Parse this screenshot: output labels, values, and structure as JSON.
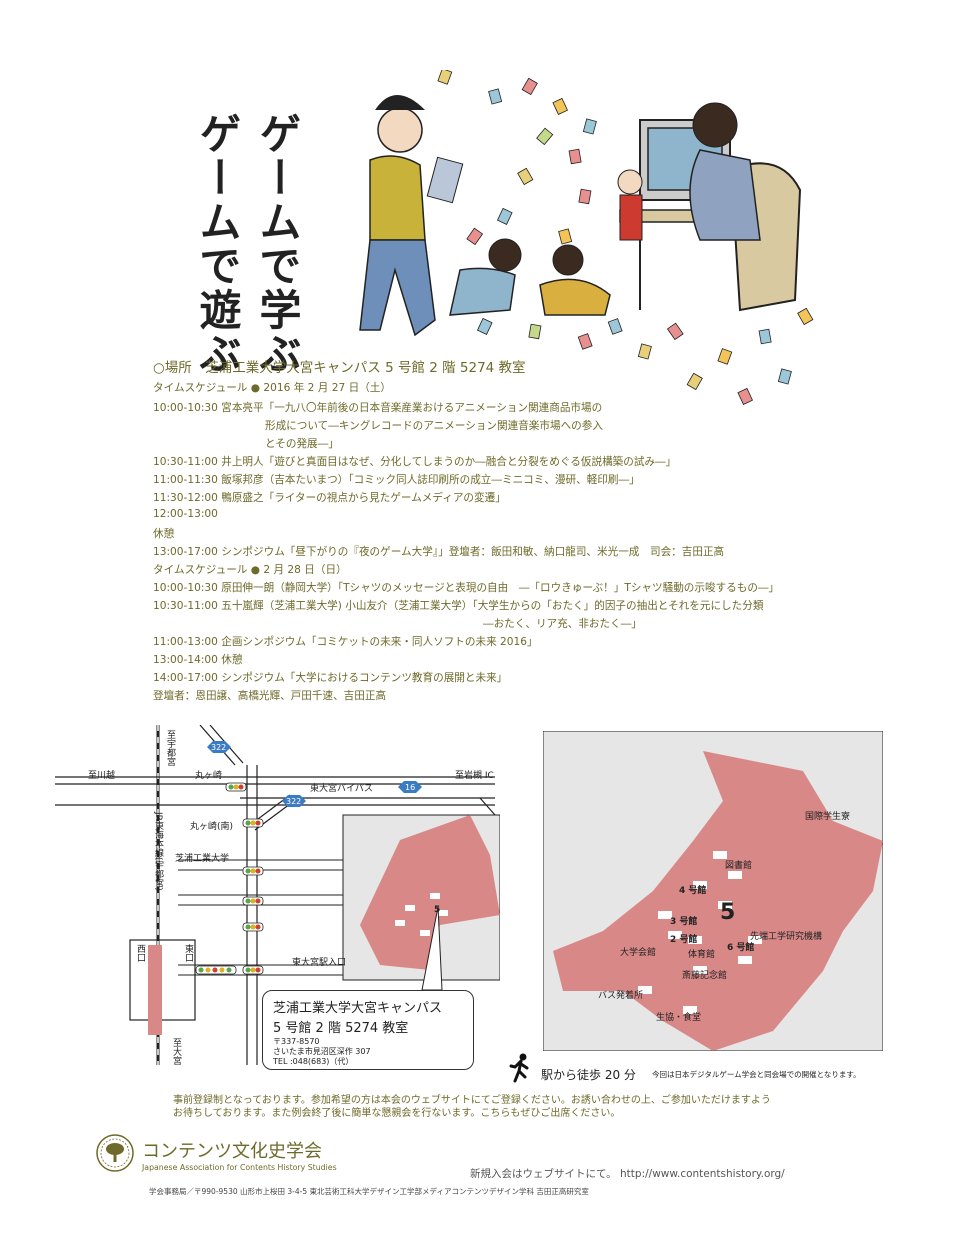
{
  "title": {
    "line1": "ゲームで学ぶ",
    "line2": "ゲームで遊ぶ"
  },
  "venue": "○場所　芝浦工業大学大宮キャンパス 5 号館 2 階 5274 教室",
  "schedule": [
    "タイムスケジュール ● 2016 年 2 月 27 日（土）",
    "10:00-10:30 宮本亮平「一九八〇年前後の日本音楽産業おけるアニメーション関連商品市場の",
    "形成について―キングレコードのアニメーション関連音楽市場への参入",
    "とその発展―」",
    "10:30-11:00 井上明人「遊びと真面目はなぜ、分化してしまうのか―融合と分裂をめぐる仮説構築の試み―」",
    "11:00-11:30 飯塚邦彦（吉本たいまつ）「コミック同人誌印刷所の成立―ミニコミ、漫研、軽印刷―」",
    "11:30-12:00 鴨原盛之「ライターの視点から見たゲームメディアの変遷」",
    "12:00-13:00",
    "休憩",
    "13:00-17:00 シンポジウム「昼下がりの『夜のゲーム大学』」登壇者：飯田和敏、納口龍司、米光一成　司会：吉田正高",
    "タイムスケジュール ● 2 月 28 日（日）",
    "10:00-10:30 原田伸一朗（静岡大学）「Tシャツのメッセージと表現の自由　―「ロウきゅーぶ！」Tシャツ騒動の示唆するもの―」",
    "10:30-11:00 五十嵐輝（芝浦工業大学) 小山友介（芝浦工業大学）「大学生からの「おたく」的因子の抽出とそれを元にした分類",
    "―おたく、リア充、非おたく―」",
    "11:00-13:00 企画シンポジウム「コミケットの未来・同人ソフトの未来 2016」",
    "13:00-14:00 休憩",
    "14:00-17:00 シンポジウム「大学におけるコンテンツ教育の展開と未来」",
    "登壇者：恩田譲、高橋光輝、戸田千速、吉田正高"
  ],
  "map": {
    "labels": {
      "kawagoe": "至川越",
      "utsunomiya": "至宇都宮",
      "iwatsuki": "至岩槻 IC",
      "marugasaki": "丸ヶ崎",
      "bypass": "東大宮バイパス",
      "marugasaki_minami": "丸ヶ崎(南)",
      "shibaura": "芝浦工業大学",
      "station_entrance": "東大宮駅入口",
      "jr_line": "JR東海本線(宇都宮)",
      "nishiguchi": "西口",
      "higashiguchi": "東口",
      "omiya": "至大宮",
      "route322a": "322",
      "route322b": "322",
      "route16": "16",
      "building5": "5"
    },
    "address": {
      "line1": "芝浦工業大学大宮キャンパス",
      "line2": "5 号館 2 階 5274 教室",
      "line3": "〒337-8570",
      "line4": "さいたま市見沼区深作 307",
      "line5": "TEL :048(683)（代）"
    }
  },
  "campus": {
    "labels": {
      "kokusai": "国際学生寮",
      "toshokan": "図書館",
      "b4": "4 号館",
      "b3": "3 号館",
      "b5": "5",
      "b2": "2 号館",
      "sentan": "先端工学研究機構",
      "daigakukaikan": "大学会館",
      "taiikukan": "体育館",
      "b6": "6 号館",
      "saito": "斎藤記念館",
      "bus": "バス発着所",
      "seikyo": "生協・食堂"
    }
  },
  "walk": {
    "text": "駅から徒歩 20 分",
    "note": "今回は日本デジタルゲーム学会と同会場での開催となります。"
  },
  "notice": [
    "事前登録制となっております。参加希望の方は本会のウェブサイトにてご登録ください。お誘い合わせの上、ご参加いただけますよう",
    "お待ちしております。また例会終了後に簡単な懇親会を行ないます。こちらもぜひご出席ください。"
  ],
  "org": {
    "name": "コンテンツ文化史学会",
    "en": "Japanese Association for Contents History Studies"
  },
  "newmember": "新規入会はウェブサイトにて。 http://www.contentshistory.org/",
  "footer": "学会事務局／〒990-9530 山形市上桜田 3-4-5 東北芸術工科大学デザイン工学部メディアコンテンツデザイン学科 吉田正高研究室",
  "colors": {
    "olive": "#6e6a2a",
    "campus_pink": "#d98888",
    "campus_bg": "#e6e6e6"
  }
}
